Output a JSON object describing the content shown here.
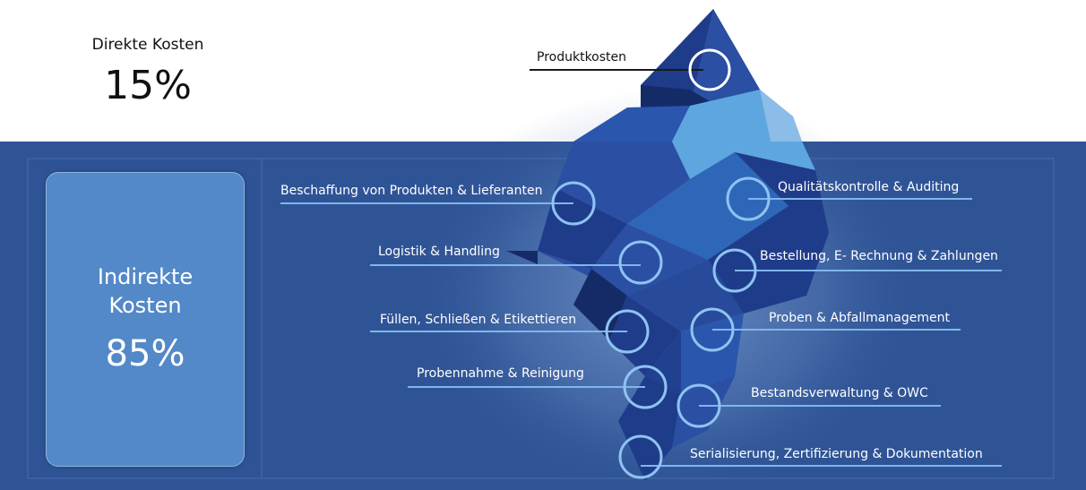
{
  "direct": {
    "label": "Direkte Kosten",
    "value": "15%"
  },
  "indirect": {
    "label_line1": "Indirekte",
    "label_line2": "Kosten",
    "value": "85%"
  },
  "cost_items": {
    "above_water": [
      "Produktkosten"
    ],
    "below_water": [
      "Beschaffung von Produkten & Lieferanten",
      "Qualitätskontrolle & Auditing",
      "Logistik & Handling",
      "Bestellung, E- Rechnung & Zahlungen",
      "Füllen, Schließen & Etikettieren",
      "Proben & Abfallmanagement",
      "Probennahme & Reinigung",
      "Bestandsverwaltung & OWC",
      "Serialisierung, Zertifizierung & Dokumentation"
    ]
  },
  "colors": {
    "water": "#2f5496",
    "panel_box": "#5389c8",
    "ice_dark": "#1f3c8a",
    "ice_light": "#5ea6e0",
    "ring": "#8ec3f2",
    "ring_top": "#ffffff"
  }
}
